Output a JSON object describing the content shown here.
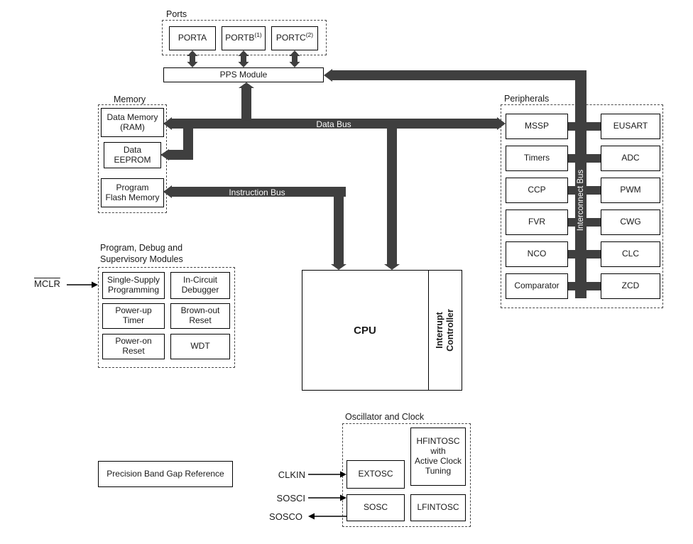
{
  "colors": {
    "bus": "#3f3f3f",
    "border": "#000000",
    "background": "#ffffff"
  },
  "ports": {
    "title": "Ports",
    "items": [
      {
        "label": "PORTA",
        "sup": ""
      },
      {
        "label": "PORTB",
        "sup": "(1)"
      },
      {
        "label": "PORTC",
        "sup": "(2)"
      }
    ],
    "pps_label": "PPS Module"
  },
  "memory": {
    "title": "Memory",
    "ram": "Data Memory\n(RAM)",
    "eeprom": "Data\nEEPROM",
    "flash": "Program\nFlash Memory"
  },
  "buses": {
    "data": "Data Bus",
    "instruction": "Instruction Bus",
    "interconnect": "Interconnect Bus"
  },
  "peripherals": {
    "title": "Peripherals",
    "left": [
      "MSSP",
      "Timers",
      "CCP",
      "FVR",
      "NCO",
      "Comparator"
    ],
    "right": [
      "EUSART",
      "ADC",
      "PWM",
      "CWG",
      "CLC",
      "ZCD"
    ]
  },
  "debug": {
    "title": "Program, Debug and\nSupervisory Modules",
    "mclr": "MCLR",
    "rows": [
      [
        "Single-Supply\nProgramming",
        "In-Circuit\nDebugger"
      ],
      [
        "Power-up\nTimer",
        "Brown-out\nReset"
      ],
      [
        "Power-on\nReset",
        "WDT"
      ]
    ]
  },
  "cpu": {
    "label": "CPU",
    "interrupt": "Interrupt\nController"
  },
  "oscillator": {
    "title": "Oscillator and Clock",
    "extosc": "EXTOSC",
    "hfintosc": "HFINTOSC\nwith\nActive Clock\nTuning",
    "sosc": "SOSC",
    "lfintosc": "LFINTOSC",
    "pins": {
      "clkin": "CLKIN",
      "sosci": "SOSCI",
      "sosco": "SOSCO"
    }
  },
  "bandgap": {
    "label": "Precision Band Gap Reference"
  }
}
